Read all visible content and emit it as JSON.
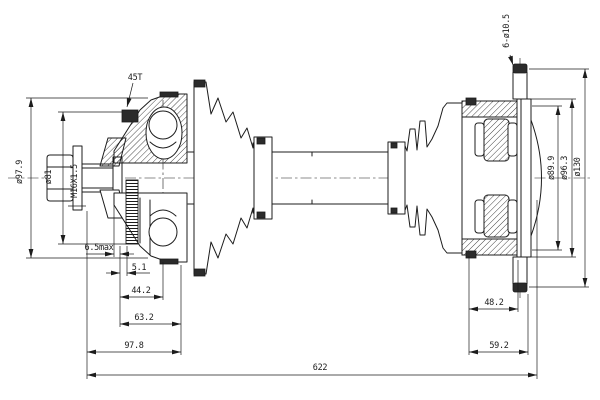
{
  "drawing": {
    "type": "technical-drawing",
    "subject": "cv-axle-drive-shaft-side-section-view",
    "colors": {
      "line": "#1c1c1c",
      "background": "#ffffff",
      "solid_fill": "#2b2b2b"
    },
    "labels": {
      "spline_count": "45T",
      "thread_spec": "M16X1.5",
      "dia_outer_joint": "ø97.9",
      "dia_abs_ring": "ø81",
      "bolt_holes": "6-ø10.5",
      "dia_flange_pilot": "ø89.9",
      "dia_flange_step": "ø96.3",
      "dia_flange_outer": "ø130"
    },
    "dimensions": {
      "ring_width_max": "6.5max",
      "ring_offset": "5.1",
      "stub_len_a": "44.2",
      "stub_len_b": "63.2",
      "outer_joint_length": "97.8",
      "overall_length": "622",
      "inner_joint_len_a": "48.2",
      "inner_joint_len_b": "59.2"
    }
  }
}
